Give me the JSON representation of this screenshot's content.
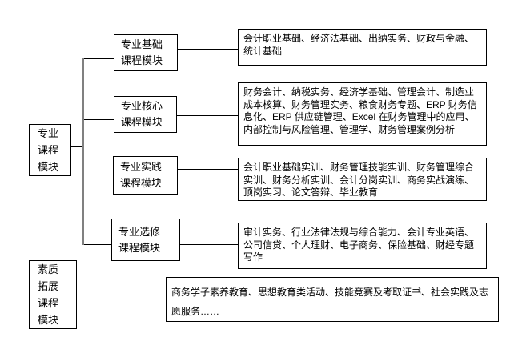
{
  "colors": {
    "background": "#ffffff",
    "box_border": "#000000",
    "text": "#000000",
    "connector": "#000000",
    "trunk_line": "#808080"
  },
  "tree": {
    "root": {
      "label": "专业\n课程\n模块"
    },
    "branches": [
      {
        "label": "专业基础\n课程模块",
        "courses": "会计职业基础、经济法基础、出纳实务、财政与金融、统计基础"
      },
      {
        "label": "专业核心\n课程模块",
        "courses": "财务会计、纳税实务、经济学基础、管理会计、制造业成本核算、财务管理实务、粮食财务专题、ERP 财务信息化、ERP 供应链管理、Excel 在财务管理中的应用、内部控制与风险管理、管理学、财务管理案例分析"
      },
      {
        "label": "专业实践\n课程模块",
        "courses": "会计职业基础实训、财务管理技能实训、财务管理综合实训、财务分析实训、会计分岗实训、商务实战演练、顶岗实习、论文答辩、毕业教育"
      },
      {
        "label": "专业选修\n课程模块",
        "courses": "审计实务、行业法律法规与综合能力、会计专业英语、公司信贷、个人理财、电子商务、保险基础、财经专题写作"
      }
    ],
    "secondary_root": {
      "label": "素质\n拓展\n课程\n模块",
      "courses": "商务学子素养教育、思想教育类活动、技能竞赛及考取证书、社会实践及志愿服务……"
    }
  }
}
